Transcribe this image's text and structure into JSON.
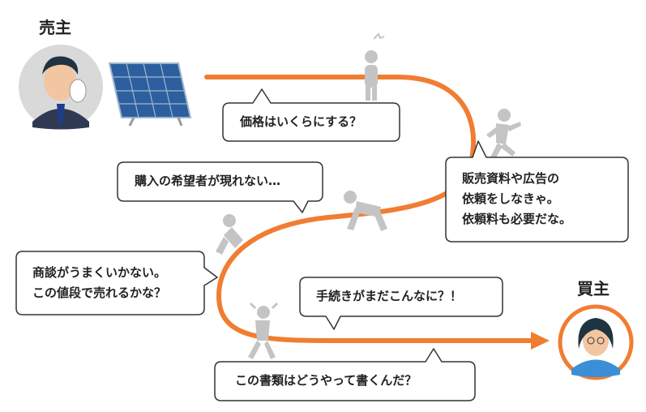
{
  "seller": {
    "label": "売主"
  },
  "buyer": {
    "label": "買主"
  },
  "bubbles": {
    "price": "価格はいくらにする？",
    "materials": "販売資料や広告の\n依頼をしなきゃ。\n依頼料も必要だな。",
    "no_buyers": "購入の希望者が現れない…",
    "negotiation": "商談がうまくいかない。\nこの値段で売れるかな？",
    "procedures": "手続きがまだこんなに？！",
    "documents": "この書類はどうやって書くんだ？"
  },
  "colors": {
    "path": "#f07d32",
    "figure": "#c4c4c4",
    "bubble_border": "#333333",
    "avatar_bg": "#d9d9d9"
  }
}
